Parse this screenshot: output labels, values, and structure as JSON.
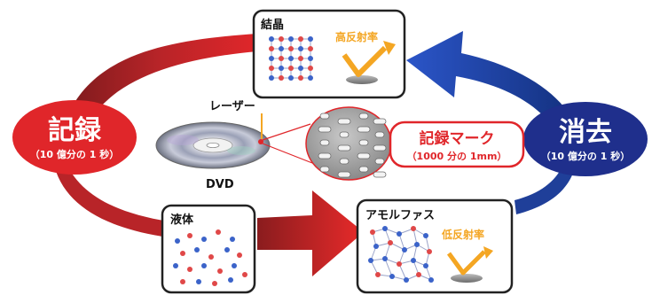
{
  "diagram": {
    "crystal": {
      "label": "結晶",
      "reflectivity": "高反射率"
    },
    "liquid": {
      "label": "液体"
    },
    "amorphous": {
      "label": "アモルファス",
      "reflectivity": "低反射率"
    },
    "record": {
      "label": "記録",
      "time": "（10 億分の 1 秒）"
    },
    "erase": {
      "label": "消去",
      "time": "（10 億分の 1 秒）"
    },
    "laser_label": "レーザー",
    "disc_label": "DVD",
    "mark": {
      "label": "記録マーク",
      "size": "（1000 分の 1mm）"
    },
    "colors": {
      "record_red": "#e0262a",
      "erase_blue": "#1f3f99",
      "reflect_orange": "#f4a623",
      "atom_blue": "#3b63c9",
      "atom_red": "#e04848"
    },
    "icons": [
      "disc-icon",
      "reflection-icon",
      "lattice-icon"
    ]
  }
}
